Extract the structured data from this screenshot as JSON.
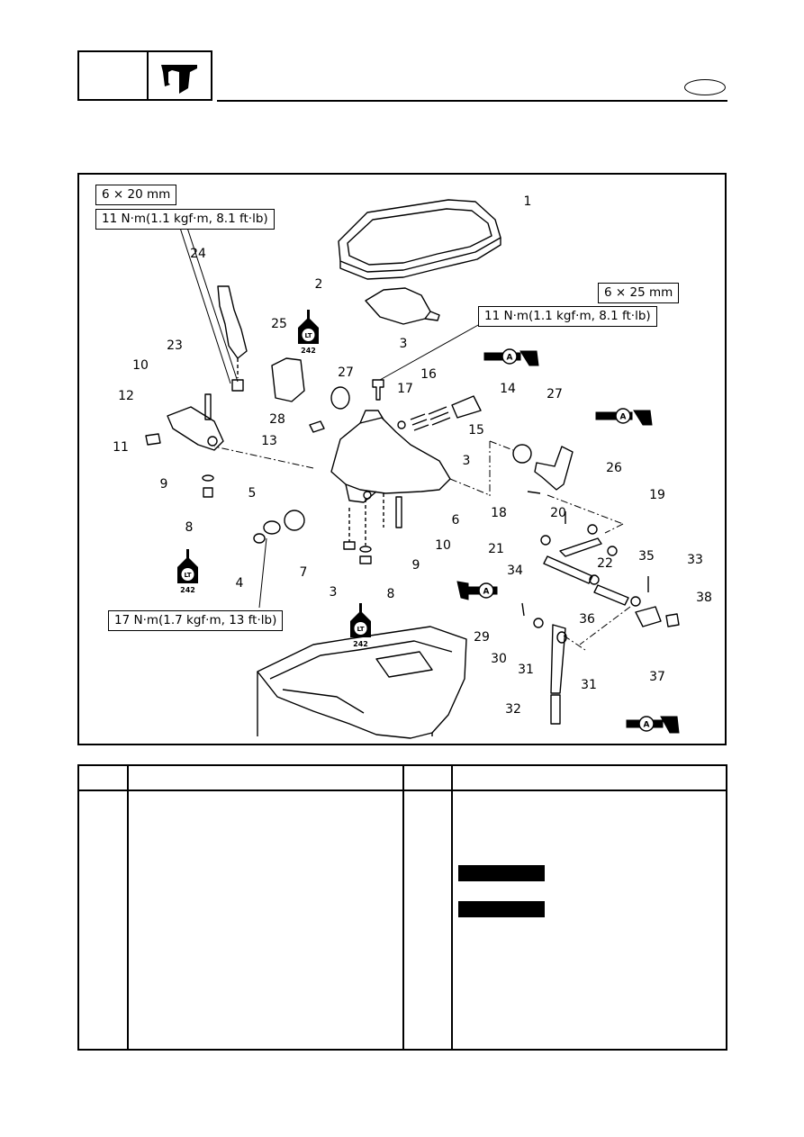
{
  "header": {
    "section_icon": "outboard-motor-icon"
  },
  "figure": {
    "spec_boxes": [
      {
        "id": "bolt-size-a",
        "text": "6 × 20 mm"
      },
      {
        "id": "torque-a",
        "text": "11 N·m(1.1 kgf·m, 8.1 ft·lb)"
      },
      {
        "id": "bolt-size-b",
        "text": "6 × 25 mm"
      },
      {
        "id": "torque-b",
        "text": "11 N·m(1.1 kgf·m, 8.1 ft·lb)"
      },
      {
        "id": "torque-c",
        "text": "17 N·m(1.7 kgf·m, 13 ft·lb)"
      }
    ],
    "lt_badge": {
      "label": "LT",
      "number": "242"
    },
    "grease_symbol": {
      "label": "A"
    },
    "callouts": [
      "1",
      "2",
      "3",
      "4",
      "5",
      "6",
      "7",
      "8",
      "9",
      "10",
      "11",
      "12",
      "13",
      "14",
      "15",
      "16",
      "17",
      "18",
      "19",
      "20",
      "21",
      "22",
      "23",
      "24",
      "25",
      "26",
      "27",
      "28",
      "29",
      "30",
      "31",
      "32",
      "33",
      "34",
      "35",
      "36",
      "37",
      "38"
    ],
    "callout_labels": {
      "c1": "1",
      "c2": "2",
      "c3a": "3",
      "c3b": "3",
      "c3c": "3",
      "c4": "4",
      "c5": "5",
      "c6": "6",
      "c7": "7",
      "c8a": "8",
      "c8b": "8",
      "c9a": "9",
      "c9b": "9",
      "c10a": "10",
      "c10b": "10",
      "c11": "11",
      "c12": "12",
      "c13": "13",
      "c14": "14",
      "c15": "15",
      "c16": "16",
      "c17": "17",
      "c18": "18",
      "c19": "19",
      "c20": "20",
      "c21": "21",
      "c22": "22",
      "c23": "23",
      "c24": "24",
      "c25": "25",
      "c26": "26",
      "c27a": "27",
      "c27b": "27",
      "c28": "28",
      "c29": "29",
      "c30": "30",
      "c31a": "31",
      "c31b": "31",
      "c32": "32",
      "c33": "33",
      "c34": "34",
      "c35": "35",
      "c36": "36",
      "c37": "37",
      "c38": "38"
    }
  },
  "table": {
    "headers": [
      "",
      "",
      "",
      ""
    ]
  }
}
